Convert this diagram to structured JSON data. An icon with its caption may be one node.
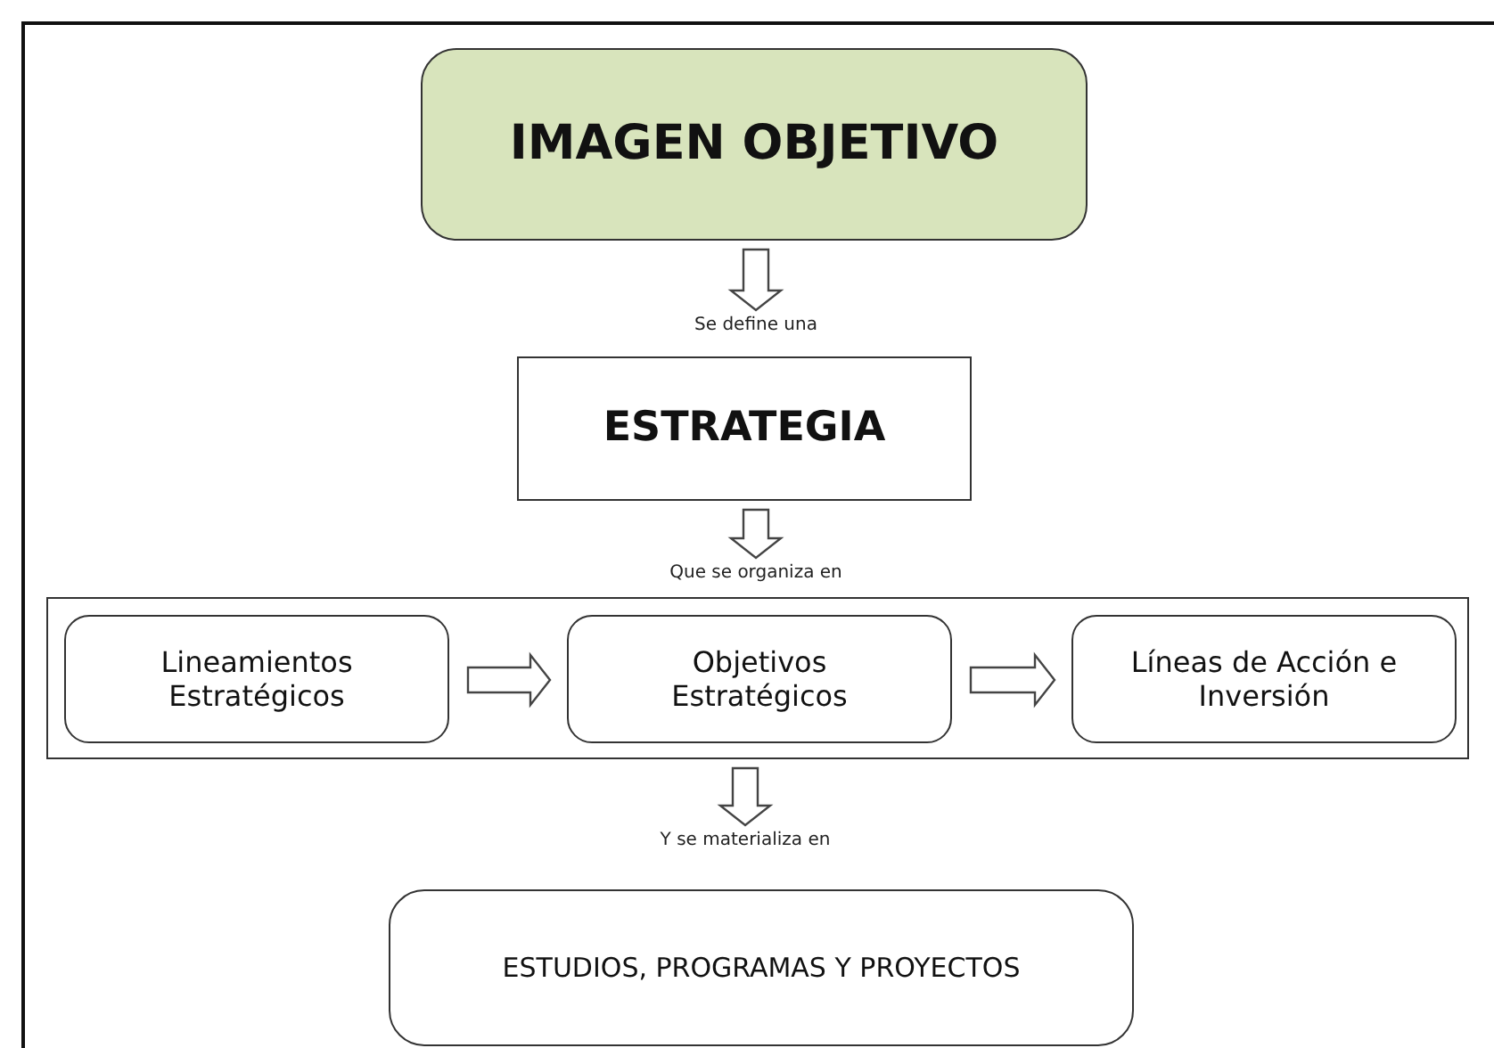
{
  "diagram": {
    "nodes": [
      {
        "text": [
          "IMAGEN OBJETIVO"
        ]
      },
      {
        "text": [
          "ESTRATEGIA"
        ]
      },
      {
        "text": [],
        "shape": "box"
      },
      {
        "text": [
          "Lineamientos Estratégicos"
        ],
        "in": 2
      },
      {
        "text": [
          "Objetivos Estratégicos"
        ],
        "in": 2
      },
      {
        "text": [
          "Líneas de Acción e Inversión"
        ],
        "in": 2
      },
      {
        "text": [
          "ESTUDIOS, PROGRAMAS Y PROYECTOS"
        ]
      }
    ],
    "edges": [
      {
        "from": 0,
        "to": 1,
        "arrow": "to",
        "label": "Se define una"
      },
      {
        "from": 1,
        "to": 2,
        "arrow": "to",
        "label": "Que se organiza en"
      },
      {
        "from": 3,
        "to": 4,
        "arrow": "to"
      },
      {
        "from": 4,
        "to": 5,
        "arrow": "to"
      },
      {
        "from": 2,
        "to": 6,
        "arrow": "to",
        "label": "Y se materializa en"
      }
    ]
  }
}
